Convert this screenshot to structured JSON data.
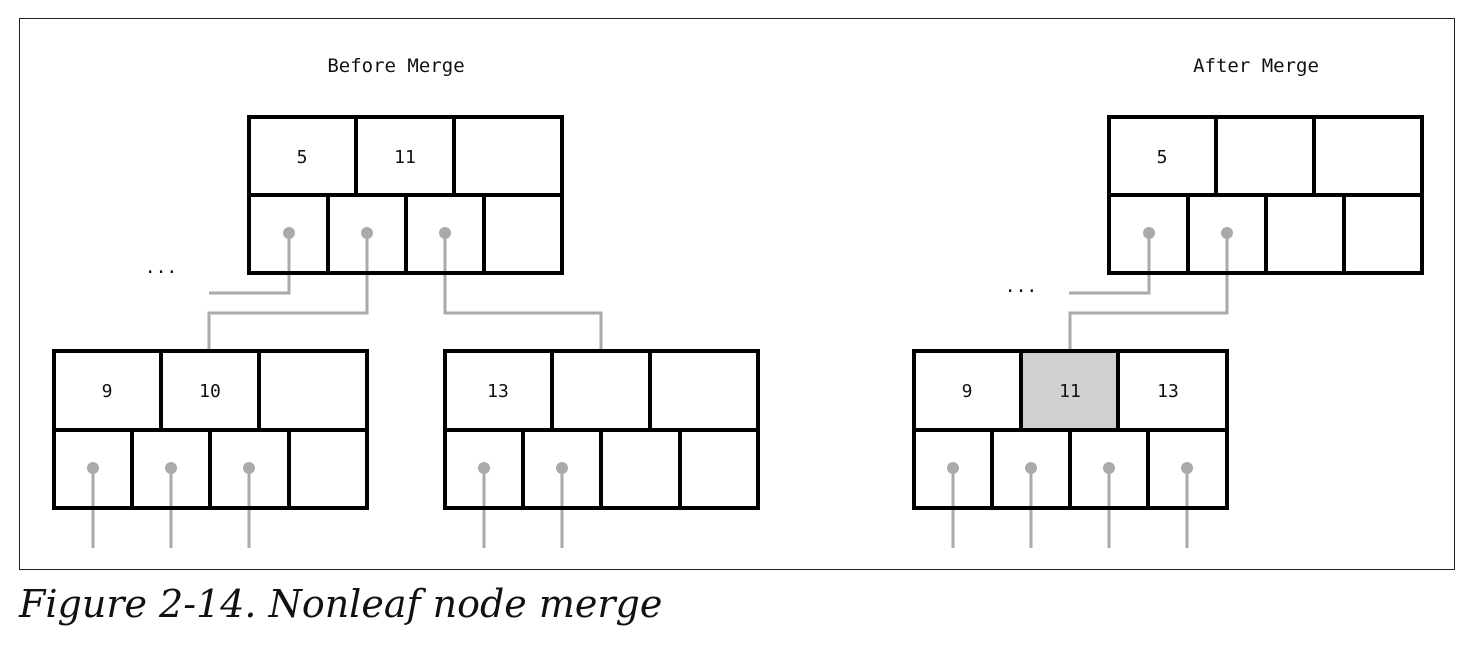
{
  "titles": {
    "before": "Before Merge",
    "after": "After Merge"
  },
  "caption": "Figure 2-14. Nonleaf node merge",
  "ellipsis": "...",
  "colors": {
    "border": "#000000",
    "pointer": "#aaaaaa",
    "highlight": "#d0d0d0"
  },
  "before": {
    "parent_keys": [
      "5",
      "11",
      ""
    ],
    "left_child_keys": [
      "9",
      "10",
      ""
    ],
    "right_child_keys": [
      "13",
      "",
      ""
    ]
  },
  "after": {
    "parent_keys": [
      "5",
      "",
      ""
    ],
    "merged_child_keys": [
      "9",
      "11",
      "13"
    ],
    "highlighted_key": "11"
  }
}
